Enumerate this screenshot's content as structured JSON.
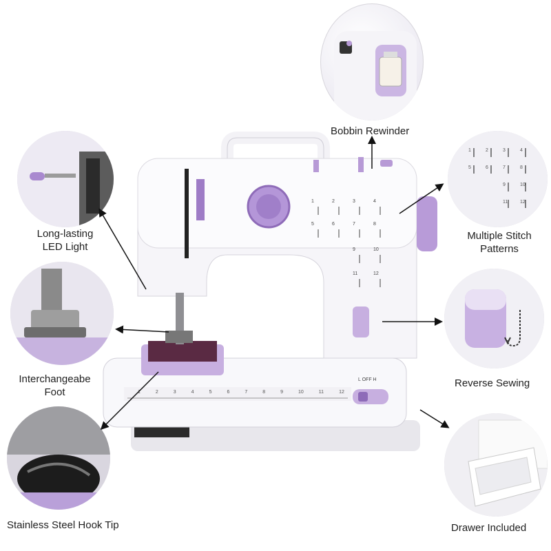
{
  "features": {
    "bobbin_rewinder": "Bobbin Rewinder",
    "led_light": {
      "line1": "Long-lasting",
      "line2": "LED Light"
    },
    "stitch_patterns": {
      "line1": "Multiple Stitch",
      "line2": "Patterns"
    },
    "interchangeable_foot": {
      "line1": "Interchangeabe",
      "line2": "Foot"
    },
    "reverse_sewing": "Reverse Sewing",
    "hook_tip": "Stainless Steel Hook Tip",
    "drawer": "Drawer Included"
  },
  "machine": {
    "switch_labels": {
      "left": "L",
      "off": "OFF",
      "right": "H"
    },
    "stitch_numbers": [
      "1",
      "2",
      "3",
      "4",
      "5",
      "6",
      "7",
      "8",
      "9",
      "10",
      "11",
      "12"
    ],
    "ruler_marks": [
      "1",
      "2",
      "3",
      "4",
      "5",
      "6",
      "7",
      "8",
      "9",
      "10",
      "11",
      "12"
    ]
  },
  "colors": {
    "accent": "#b79ad6",
    "accent_dark": "#8e6bb8",
    "body": "#f4f3f7"
  }
}
